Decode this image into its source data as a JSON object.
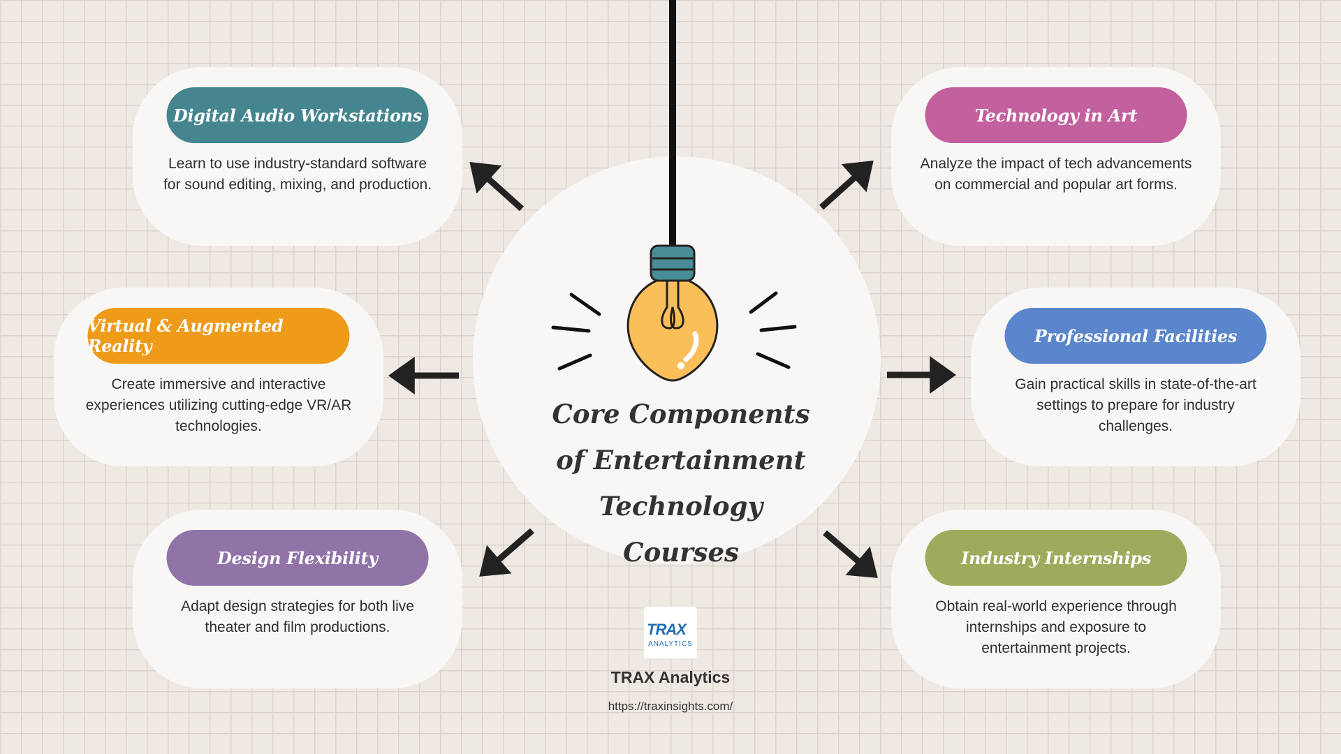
{
  "center": {
    "title": "Core Components of Entertainment Technology Courses"
  },
  "cards": [
    {
      "title": "Digital Audio Workstations",
      "color": "#44858f",
      "description": "Learn to use industry-standard software for sound editing, mixing, and production."
    },
    {
      "title": "Virtual & Augmented Reality",
      "color": "#ee9b1a",
      "description": "Create immersive and interactive experiences utilizing cutting-edge VR/AR technologies."
    },
    {
      "title": "Design Flexibility",
      "color": "#9073a7",
      "description": "Adapt design strategies for both live theater and film productions."
    },
    {
      "title": "Technology in Art",
      "color": "#c3609e",
      "description": "Analyze the impact of tech advancements on commercial and popular art forms."
    },
    {
      "title": "Professional Facilities",
      "color": "#5b86cc",
      "description": "Gain practical skills in state-of-the-art settings to prepare for industry challenges."
    },
    {
      "title": "Industry Internships",
      "color": "#9cac5c",
      "description": "Obtain real-world experience through internships and exposure to entertainment projects."
    }
  ],
  "brand": {
    "logo_top": "TRAX",
    "logo_bottom": "ANALYTICS",
    "name": "TRAX Analytics",
    "url": "https://traxinsights.com/"
  },
  "icons": [
    "lightbulb-icon",
    "arrow-icon"
  ]
}
